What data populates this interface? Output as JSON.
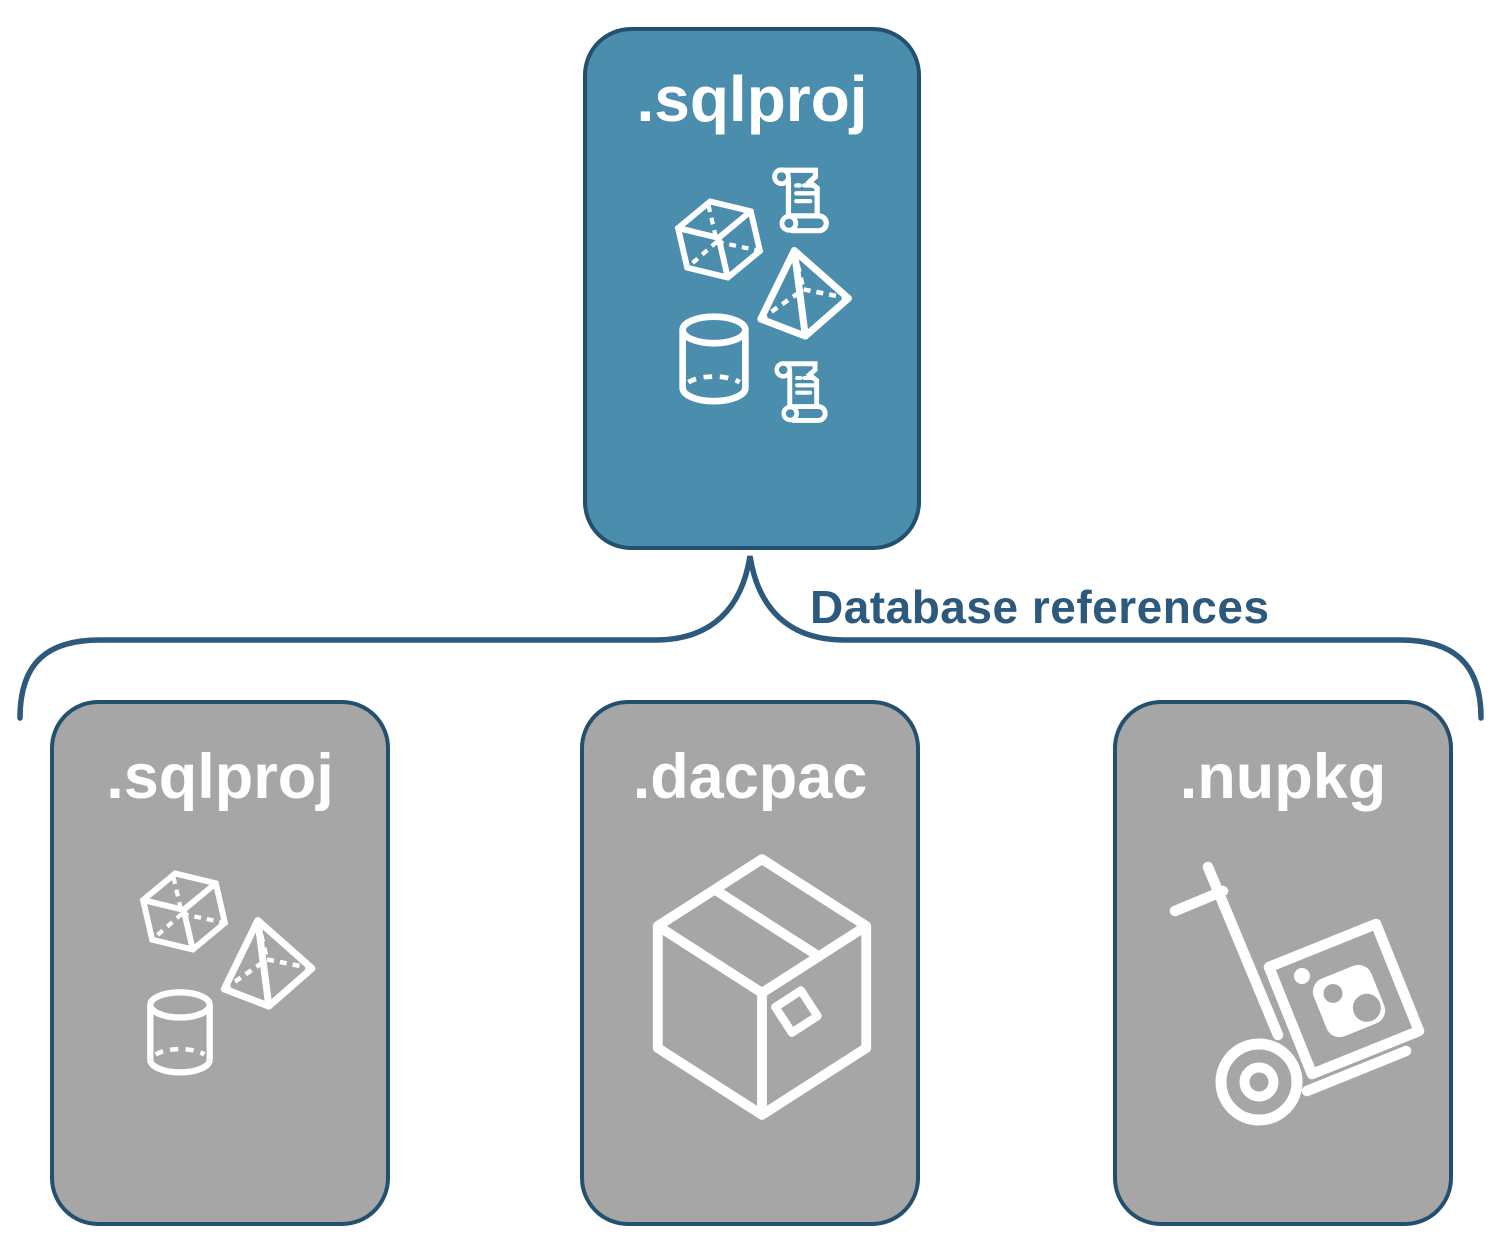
{
  "diagram": {
    "root": {
      "label": ".sqlproj",
      "icons": [
        "cube-icon",
        "scroll-icon",
        "pyramid-icon",
        "cylinder-icon",
        "scroll-icon"
      ]
    },
    "connector": {
      "label": "Database references"
    },
    "children": [
      {
        "label": ".sqlproj",
        "icons": [
          "cube-icon",
          "pyramid-icon",
          "cylinder-icon"
        ]
      },
      {
        "label": ".dacpac",
        "icons": [
          "package-box-icon"
        ]
      },
      {
        "label": ".nupkg",
        "icons": [
          "nuget-handtruck-icon"
        ]
      }
    ],
    "colors": {
      "root_fill": "#4a8dac",
      "child_fill": "#a6a6a6",
      "node_border": "#23506e",
      "connector_line": "#2d5a7c",
      "label_text": "#2d5a7c",
      "icon_color": "#ffffff",
      "background": "#ffffff"
    }
  }
}
